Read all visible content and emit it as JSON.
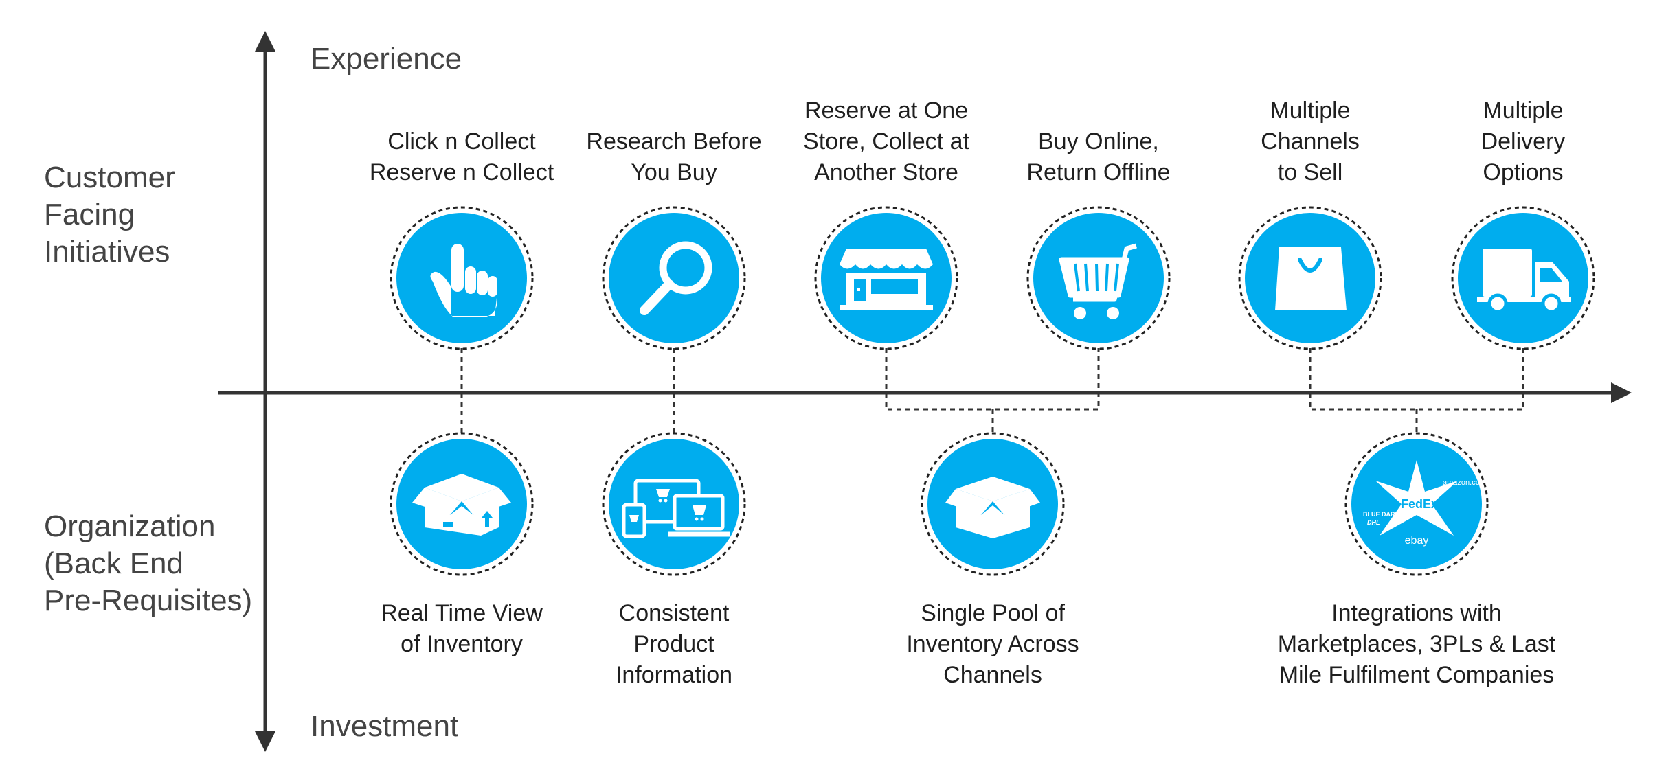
{
  "colors": {
    "accent": "#00adee",
    "axis": "#333333",
    "text": "#1f1f1f"
  },
  "axes": {
    "top_label": "Experience",
    "bottom_label": "Investment"
  },
  "side_labels": {
    "customer": "Customer\nFacing\nInitiatives",
    "organization": "Organization\n(Back End\nPre-Requisites)"
  },
  "initiatives": [
    {
      "label": "Click n Collect\nReserve n Collect",
      "icon": "pointing-hand-icon"
    },
    {
      "label": "Research Before\nYou Buy",
      "icon": "magnifier-icon"
    },
    {
      "label": "Reserve at One\nStore, Collect at\nAnother Store",
      "icon": "storefront-icon"
    },
    {
      "label": "Buy Online,\nReturn Offline",
      "icon": "shopping-cart-icon"
    },
    {
      "label": "Multiple\nChannels\nto Sell",
      "icon": "shopping-bag-icon"
    },
    {
      "label": "Multiple\nDelivery\nOptions",
      "icon": "delivery-truck-icon"
    }
  ],
  "prerequisites": [
    {
      "label": "Real Time View\nof Inventory",
      "icon": "open-box-arrow-icon"
    },
    {
      "label": "Consistent\nProduct\nInformation",
      "icon": "multi-device-icon"
    },
    {
      "label": "Single Pool of\nInventory Across\nChannels",
      "icon": "open-box-icon"
    },
    {
      "label": "Integrations with\nMarketplaces, 3PLs & Last\nMile Fulfilment Companies",
      "icon": "partner-logos-icon"
    }
  ],
  "partner_logos": [
    "amazon.com",
    "FedEx",
    "BLUE DART",
    "DHL",
    "ebay"
  ]
}
